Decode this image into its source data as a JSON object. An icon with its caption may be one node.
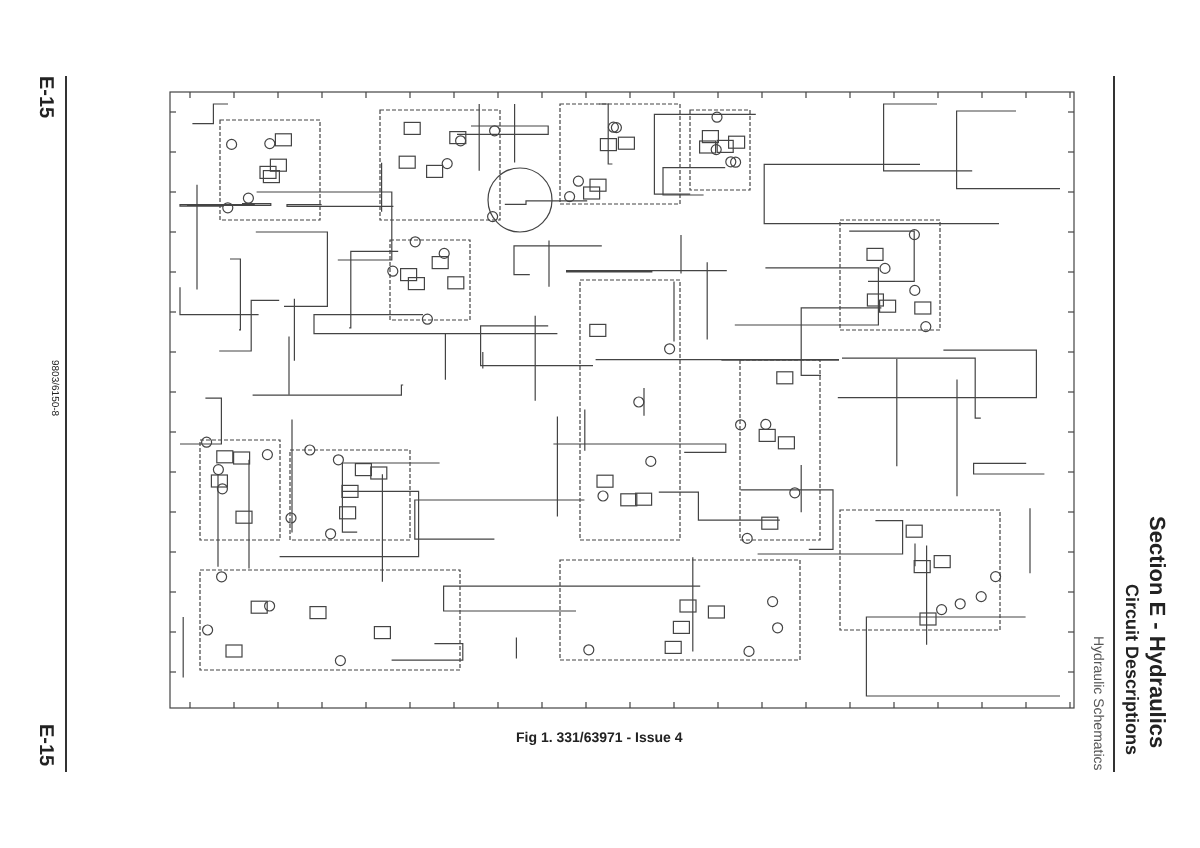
{
  "diagram": {
    "caption": "Fig 1. 331/63971 - Issue 4",
    "labels": [
      "E-15",
      "9803/6150-8",
      "E-15",
      "Section E - Hydraulics",
      "Circuit Descriptions",
      "Hydraulic Schematics"
    ]
  }
}
